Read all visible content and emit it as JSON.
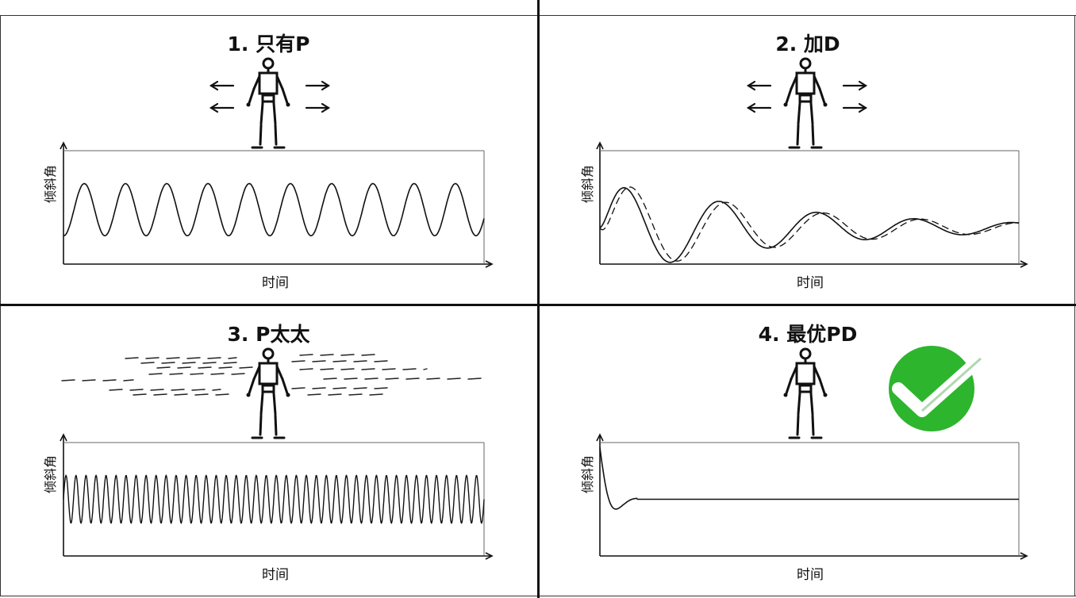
{
  "panels": [
    {
      "title": "1. 只有P",
      "xlabel": "时间",
      "ylabel": "倾斜角",
      "robot": "robot-figure",
      "motion": "swaying-arrows-icon"
    },
    {
      "title": "2. 加D",
      "xlabel": "时间",
      "ylabel": "倾斜角",
      "robot": "robot-figure",
      "motion": "swaying-arrows-icon"
    },
    {
      "title": "3. P太太",
      "xlabel": "时间",
      "ylabel": "倾斜角",
      "robot": "robot-figure",
      "motion": "vibration-lines-icon"
    },
    {
      "title": "4. 最优PD",
      "xlabel": "时间",
      "ylabel": "倾斜角",
      "robot": "robot-figure",
      "badge": "checkmark-icon",
      "badge_color": "#2db52d"
    }
  ]
}
